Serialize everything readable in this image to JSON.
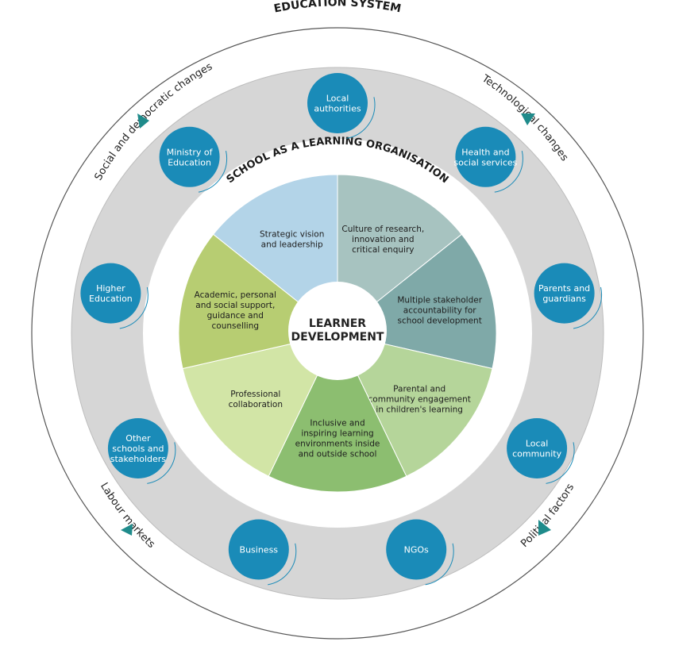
{
  "outer_title": "EDUCATION SYSTEM",
  "school_title": "SCHOOL AS A LEARNING ORGANISATION",
  "center": [
    "LEARNER",
    "DEVELOPMENT"
  ],
  "external_factors": [
    {
      "text": "Social and democratic changes"
    },
    {
      "text": "Technological changes"
    },
    {
      "text": "Labour markets"
    },
    {
      "text": "Political factors"
    }
  ],
  "stakeholders": [
    {
      "lines": [
        "Local",
        "authorities"
      ]
    },
    {
      "lines": [
        "Health and",
        "social services"
      ]
    },
    {
      "lines": [
        "Parents and",
        "guardians"
      ]
    },
    {
      "lines": [
        "Local",
        "community"
      ]
    },
    {
      "lines": [
        "NGOs"
      ]
    },
    {
      "lines": [
        "Business"
      ]
    },
    {
      "lines": [
        "Other",
        "schools and",
        "stakeholders"
      ]
    },
    {
      "lines": [
        "Higher",
        "Education"
      ]
    },
    {
      "lines": [
        "Ministry of",
        "Education"
      ]
    }
  ],
  "dimensions": [
    {
      "lines": [
        "Culture of research,",
        "innovation and",
        "critical enquiry"
      ],
      "color": "#a7c3c0"
    },
    {
      "lines": [
        "Multiple stakeholder",
        "accountability for",
        "school development"
      ],
      "color": "#7fa9a8"
    },
    {
      "lines": [
        "Parental and",
        "community engagement",
        "in children's learning"
      ],
      "color": "#b5d59a"
    },
    {
      "lines": [
        "Inclusive and",
        "inspiring learning",
        "environments inside",
        "and outside school"
      ],
      "color": "#8cbe70"
    },
    {
      "lines": [
        "Professional",
        "collaboration"
      ],
      "color": "#d2e5a6"
    },
    {
      "lines": [
        "Academic, personal",
        "and social support,",
        "guidance and",
        "counselling"
      ],
      "color": "#b7cd72"
    },
    {
      "lines": [
        "Strategic vision",
        "and leadership"
      ],
      "color": "#b3d4e8"
    }
  ],
  "colors": {
    "ring": "#d6d6d6",
    "stakeholder": "#1a8bb8",
    "accent": "#1f8b8b"
  }
}
